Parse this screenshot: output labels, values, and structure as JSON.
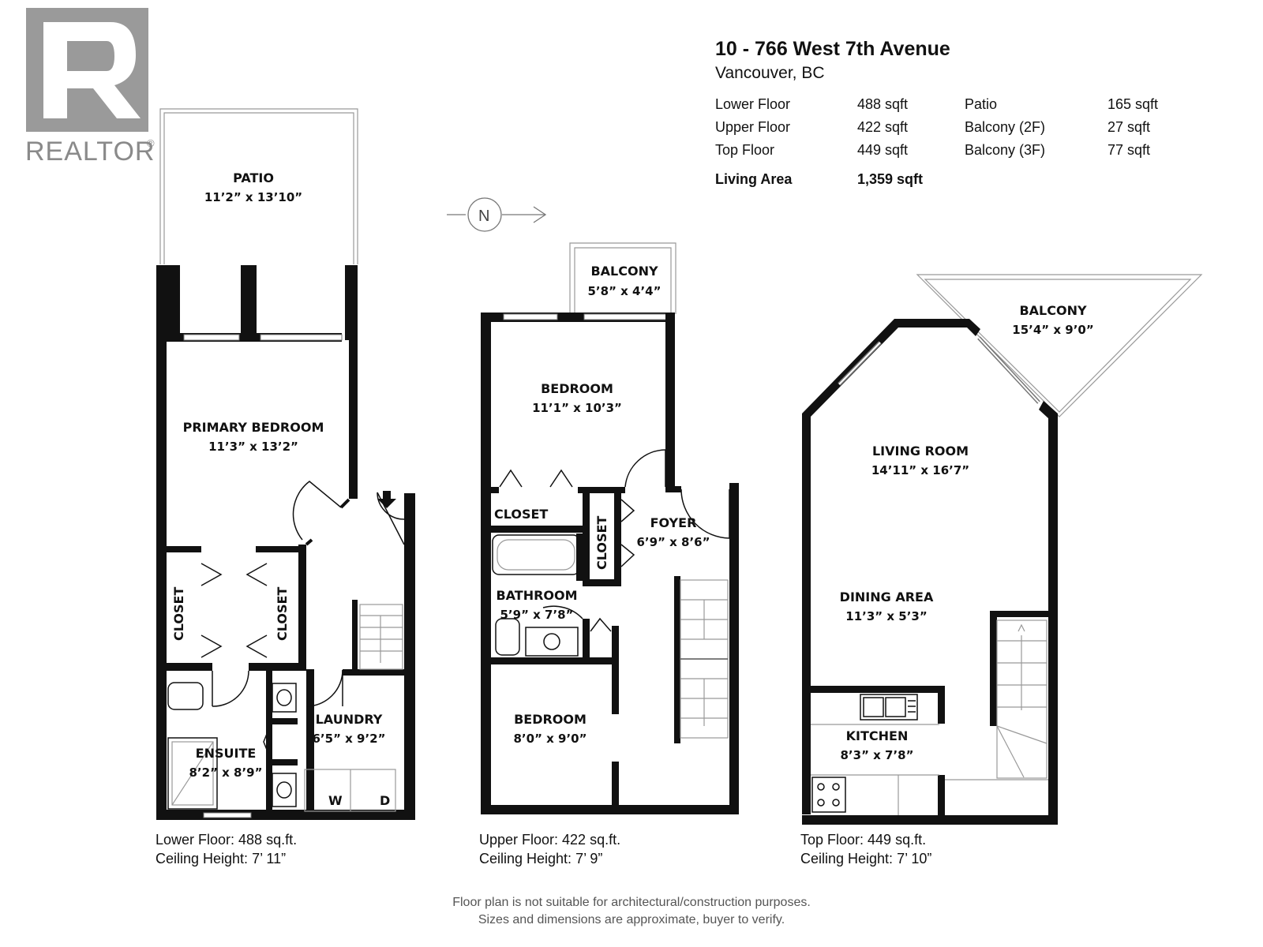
{
  "logo": {
    "text": "REALTOR",
    "mark": "®"
  },
  "header": {
    "address": "10 - 766 West 7th Avenue",
    "city": "Vancouver, BC",
    "areas": [
      {
        "label": "Lower Floor",
        "value": "488 sqft"
      },
      {
        "label": "Upper Floor",
        "value": "422 sqft"
      },
      {
        "label": "Top Floor",
        "value": "449 sqft"
      }
    ],
    "outdoor": [
      {
        "label": "Patio",
        "value": "165 sqft"
      },
      {
        "label": "Balcony (2F)",
        "value": "27 sqft"
      },
      {
        "label": "Balcony (3F)",
        "value": "77 sqft"
      }
    ],
    "living_label": "Living Area",
    "living_value": "1,359 sqft"
  },
  "compass": {
    "label": "N"
  },
  "lower": {
    "patio": {
      "name": "PATIO",
      "dim": "11’2” x 13’10”"
    },
    "primary": {
      "name": "PRIMARY BEDROOM",
      "dim": "11’3” x 13’2”"
    },
    "closet_a": "CLOSET",
    "closet_b": "CLOSET",
    "ensuite": {
      "name": "ENSUITE",
      "dim": "8’2” x 8’9”"
    },
    "laundry": {
      "name": "LAUNDRY",
      "dim": "6’5” x 9’2”"
    },
    "washer": "W",
    "dryer": "D",
    "caption_area": "Lower Floor: 488 sq.ft.",
    "caption_height": "Ceiling Height: 7’ 11”"
  },
  "upper": {
    "balcony": {
      "name": "BALCONY",
      "dim": "5’8” x 4’4”"
    },
    "bedroom1": {
      "name": "BEDROOM",
      "dim": "11’1” x 10’3”"
    },
    "closet": "CLOSET",
    "closet_v": "CLOSET",
    "foyer": {
      "name": "FOYER",
      "dim": "6’9” x 8’6”"
    },
    "bathroom": {
      "name": "BATHROOM",
      "dim": "5’9” x 7’8”"
    },
    "bedroom2": {
      "name": "BEDROOM",
      "dim": "8’0” x 9’0”"
    },
    "caption_area": "Upper Floor: 422 sq.ft.",
    "caption_height": "Ceiling Height: 7’ 9”"
  },
  "top": {
    "balcony": {
      "name": "BALCONY",
      "dim": "15’4” x 9’0”"
    },
    "living": {
      "name": "LIVING ROOM",
      "dim": "14’11” x 16’7”"
    },
    "dining": {
      "name": "DINING AREA",
      "dim": "11’3” x 5’3”"
    },
    "kitchen": {
      "name": "KITCHEN",
      "dim": "8’3” x 7’8”"
    },
    "caption_area": "Top Floor: 449 sq.ft.",
    "caption_height": "Ceiling Height: 7’ 10”"
  },
  "disclaimer": {
    "line1": "Floor plan is not suitable for architectural/construction purposes.",
    "line2": "Sizes and dimensions are approximate, buyer to verify."
  }
}
